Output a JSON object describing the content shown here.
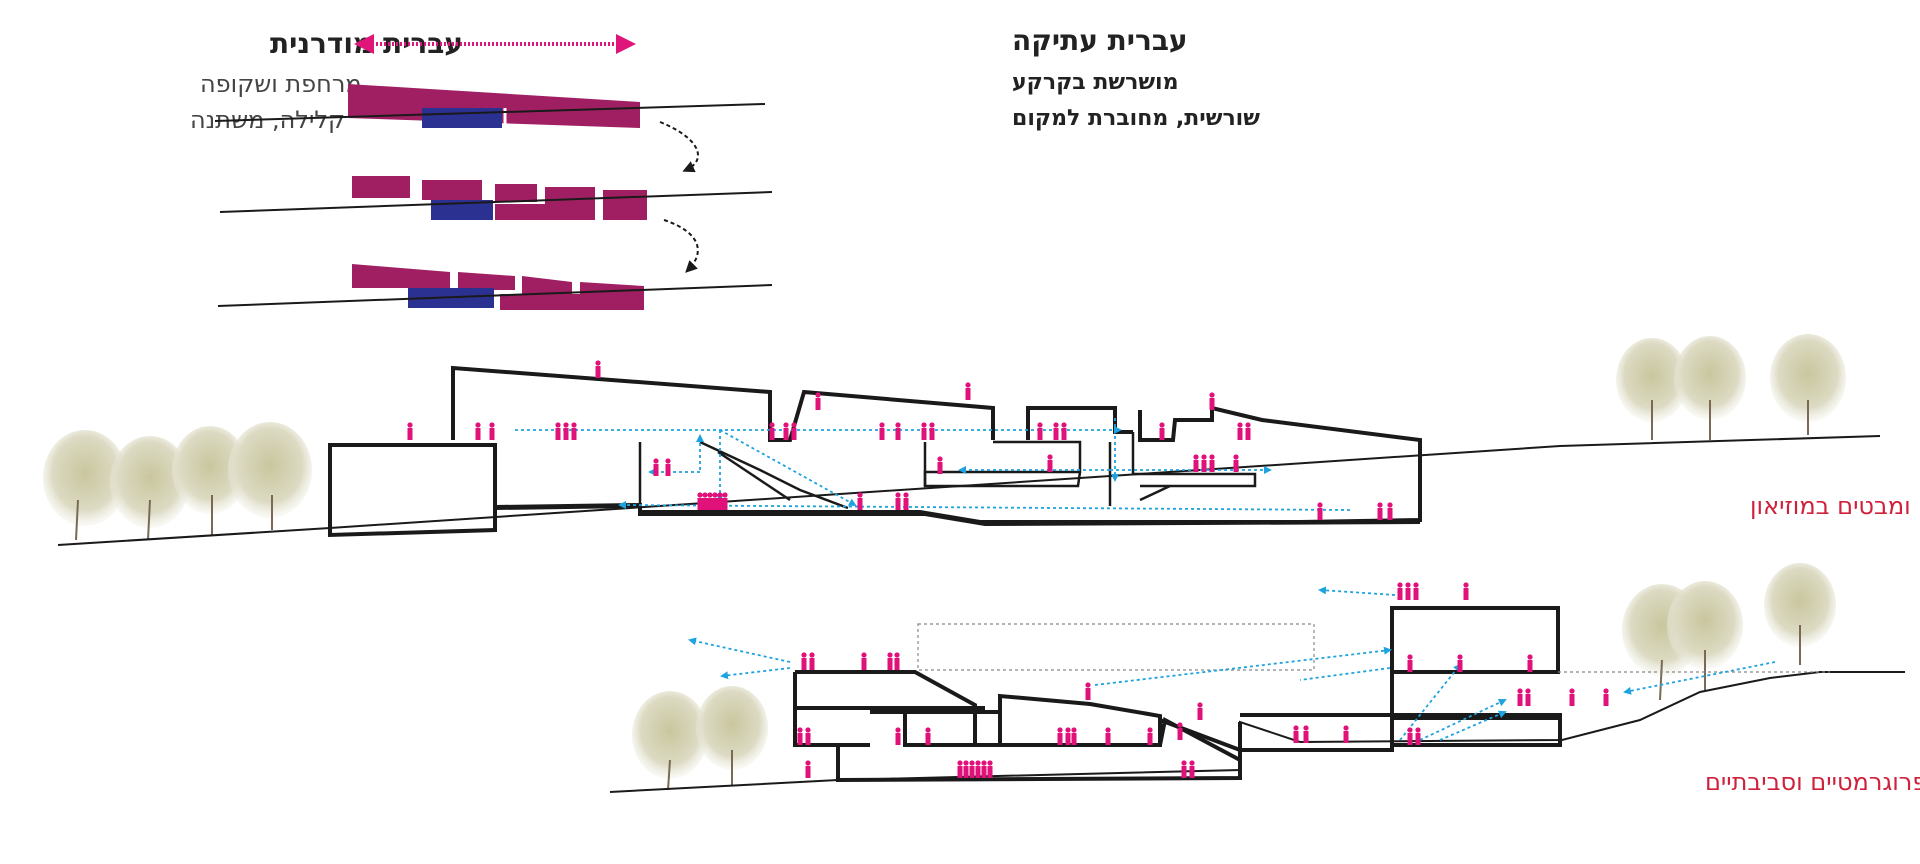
{
  "colors": {
    "magenta": "#a01f62",
    "blue": "#2b3190",
    "pink_arrow": "#e0157a",
    "flow_blue": "#1ea3e0",
    "caption_red": "#d0213c",
    "tree": "#d8d6b8",
    "person": "#e0127a"
  },
  "legend": {
    "left_title": "עברית מודרנית",
    "left_line1": "מרחפת ושקופה",
    "left_line2": "קלילה, משתנה",
    "right_title": "עברית עתיקה",
    "right_line1": "מושרשת בקרקע",
    "right_line2": "שורשית, מחוברת למקום"
  },
  "sections": {
    "upper_caption": "סכימת תנועה ומבטים במוזיאון",
    "lower_caption": "סכימת הקשרים פרוגרמטיים וסביבתיים"
  },
  "icons": {
    "double_arrow": "double-headed-arrow-icon",
    "curved_arrow": "curved-dashed-arrow-icon",
    "person": "person-silhouette-icon",
    "tree": "tree-icon"
  }
}
